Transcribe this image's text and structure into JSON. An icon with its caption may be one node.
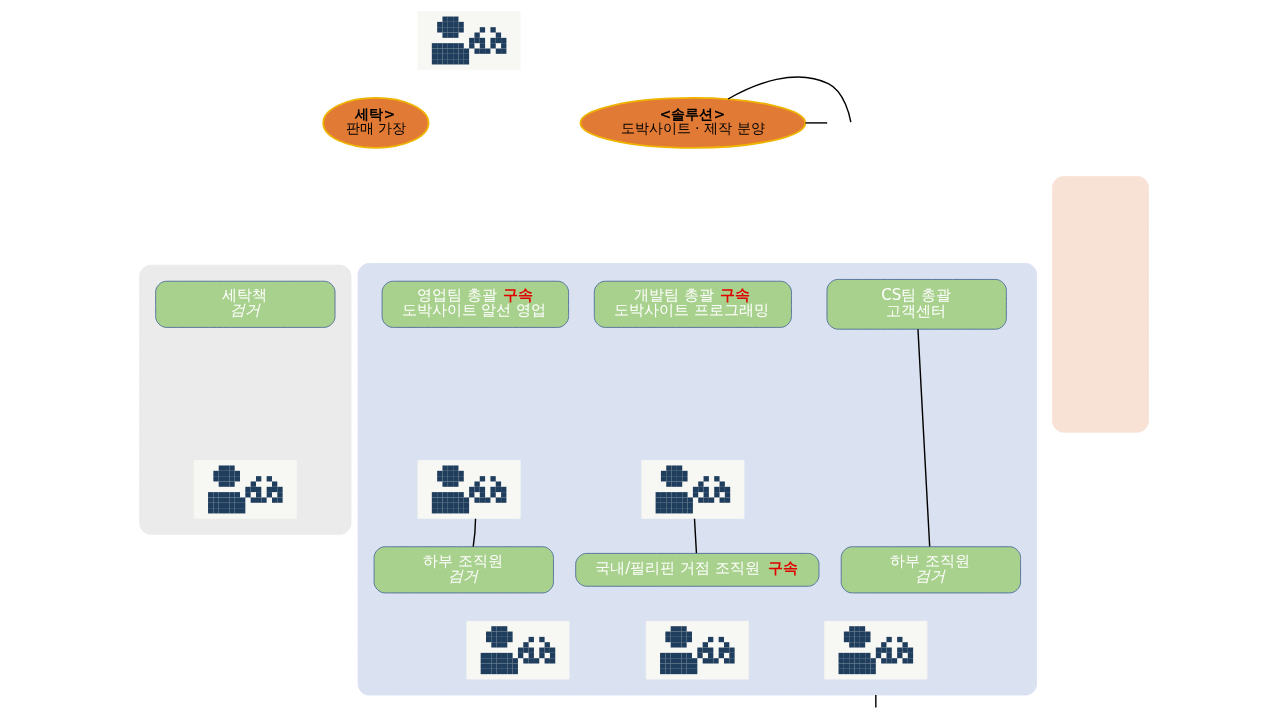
{
  "diagram": {
    "nodes": [
      {
        "text": [],
        "shape": "picture"
      },
      {
        "text": [
          "세탁>",
          "판매 가장"
        ]
      },
      {
        "text": [],
        "shape": "box"
      },
      {
        "text": [
          "세탁책",
          "검거"
        ],
        "in": 2
      },
      {
        "text": [],
        "shape": "picture",
        "in": 2
      },
      {
        "text": [
          "<솔루션>",
          "도박사이트 · 제작 분양"
        ]
      },
      {
        "text": [],
        "shape": "box"
      },
      {
        "text": [
          "영업팀 총괄 구속",
          "도박사이트 알선 영업"
        ],
        "in": 6
      },
      {
        "text": [
          "개발팀 총괄 구속",
          "도박사이트 프로그래밍"
        ],
        "in": 6
      },
      {
        "text": [
          "CS팀 총괄",
          "고객센터"
        ],
        "in": 6
      },
      {
        "text": [],
        "shape": "picture",
        "in": 6
      },
      {
        "text": [],
        "shape": "picture",
        "in": 6
      },
      {
        "text": [
          "하부 조직원",
          "검거"
        ],
        "in": 6
      },
      {
        "text": [
          "국내/필리핀 거점 조직원 구속"
        ],
        "in": 6
      },
      {
        "text": [
          "하부 조직원",
          "검거"
        ],
        "in": 6
      },
      {
        "text": [],
        "shape": "picture",
        "in": 6
      },
      {
        "text": [],
        "shape": "picture",
        "in": 6
      },
      {
        "text": [],
        "shape": "picture",
        "in": 6
      },
      {
        "text": [],
        "shape": "box"
      }
    ],
    "edges": [
      {
        "from": 10,
        "to": 12,
        "arrow": "none"
      },
      {
        "from": 11,
        "to": 13,
        "arrow": "none"
      },
      {
        "from": 9,
        "to": 14,
        "arrow": "none"
      },
      {
        "from": 5,
        "to": null,
        "arrow": "none"
      },
      {
        "from": 5,
        "to": null,
        "arrow": "none"
      },
      {
        "from": 6,
        "to": null,
        "arrow": "none"
      }
    ]
  }
}
